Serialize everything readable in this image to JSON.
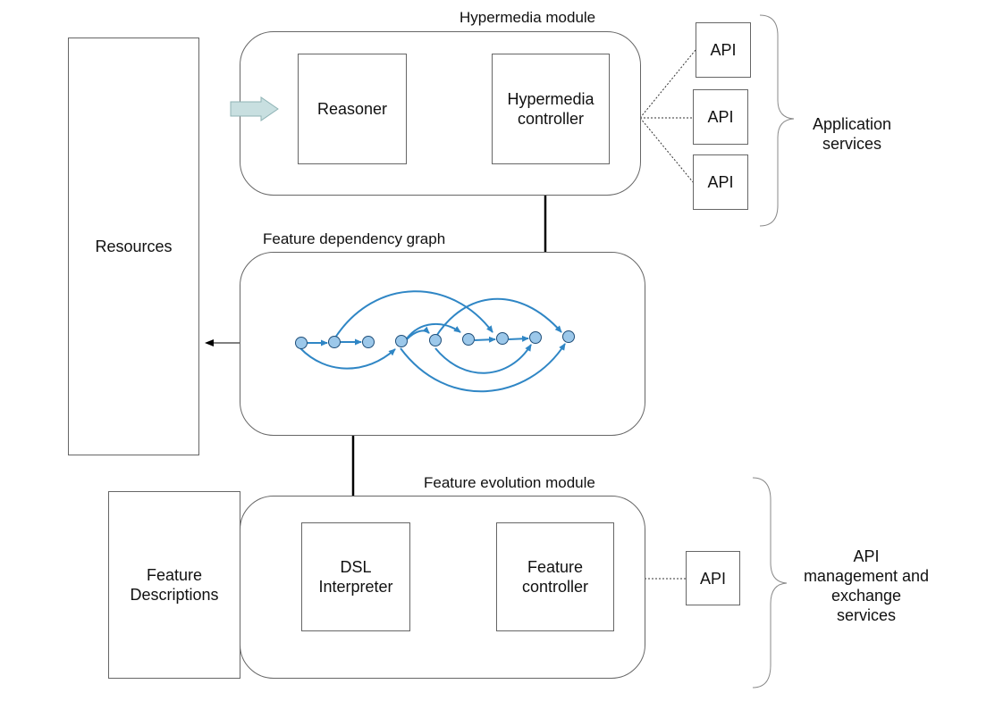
{
  "diagram": {
    "resources": "Resources",
    "hypermedia_module": {
      "title": "Hypermedia module",
      "reasoner": "Reasoner",
      "controller": "Hypermedia\ncontroller"
    },
    "apis_top": [
      "API",
      "API",
      "API"
    ],
    "application_services": "Application\nservices",
    "feature_graph": {
      "title": "Feature dependency graph"
    },
    "feature_evolution_module": {
      "title": "Feature evolution module",
      "dsl": "DSL\nInterpreter",
      "controller": "Feature\ncontroller"
    },
    "feature_descriptions": "Feature\nDescriptions",
    "api_bottom": "API",
    "api_management": "API\nmanagement and\nexchange\nservices"
  },
  "colors": {
    "node_fill": "#9cc8ea",
    "node_stroke": "#1f4e79",
    "edge": "#2f86c5",
    "hint_arrow_fill": "#c8dfe0"
  }
}
